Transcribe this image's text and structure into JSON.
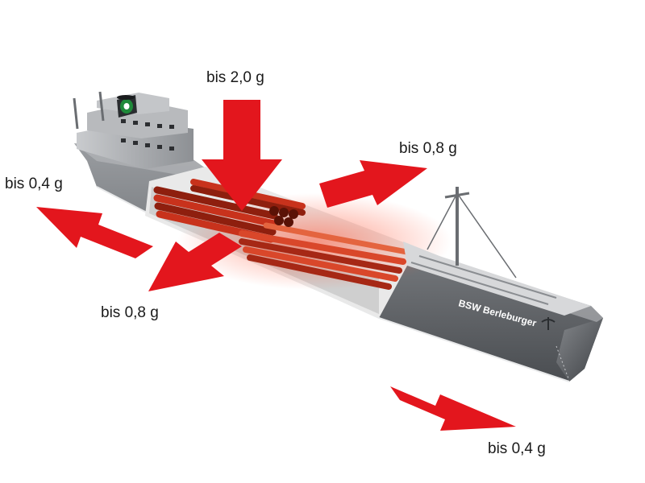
{
  "labels": {
    "vertical": "bis 2,0 g",
    "forward_right": "bis 0,8 g",
    "forward_left": "bis 0,4 g",
    "lateral_left": "bis 0,8 g",
    "aft_right": "bis 0,4 g"
  },
  "ship": {
    "name": "BSW Berleburger",
    "cargo": "pipes"
  },
  "colors": {
    "arrow": "#e3161d",
    "hull": "#6f7276",
    "deck": "#d7d8da",
    "cargo": "#c8321c"
  }
}
